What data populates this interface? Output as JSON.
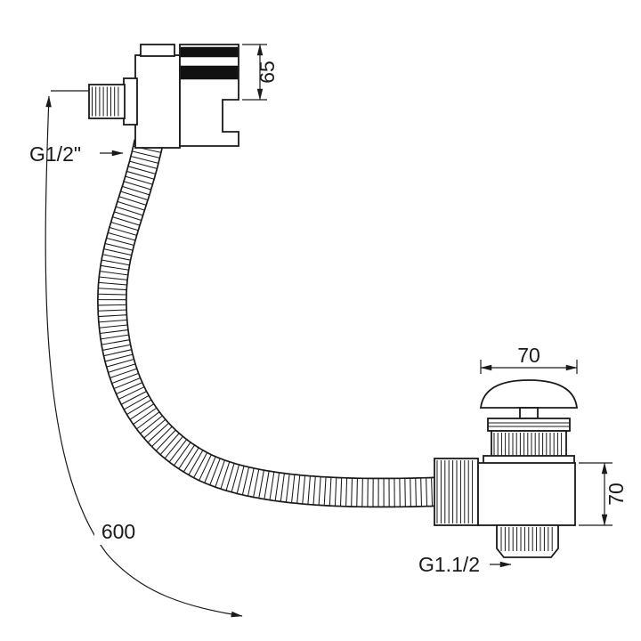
{
  "drawing": {
    "background": "#ffffff",
    "line_color": "#1a1a1a",
    "labels": {
      "overflow_thread": "G1/2\"",
      "waste_thread": "G1.1/2"
    },
    "dimensions": {
      "overflow_cap_height": "65",
      "hose_length": "600",
      "waste_cap_width": "70",
      "waste_body_height": "70"
    }
  }
}
